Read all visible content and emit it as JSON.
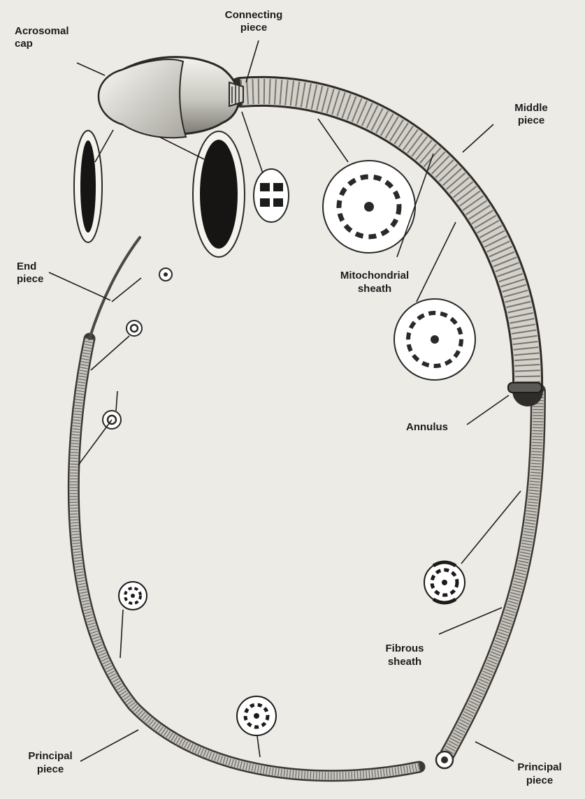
{
  "figure": {
    "labels": {
      "acrosomal_cap": [
        "Acrosomal",
        "cap"
      ],
      "connecting_piece": [
        "Connecting",
        "piece"
      ],
      "middle_piece": [
        "Middle",
        "piece"
      ],
      "mitochondrial_sheath": [
        "Mitochondrial",
        "sheath"
      ],
      "end_piece": [
        "End",
        "piece"
      ],
      "annulus": [
        "Annulus"
      ],
      "fibrous_sheath": [
        "Fibrous",
        "sheath"
      ],
      "principal_piece_left": [
        "Principal",
        "piece"
      ],
      "principal_piece_right": [
        "Principal",
        "piece"
      ]
    }
  }
}
